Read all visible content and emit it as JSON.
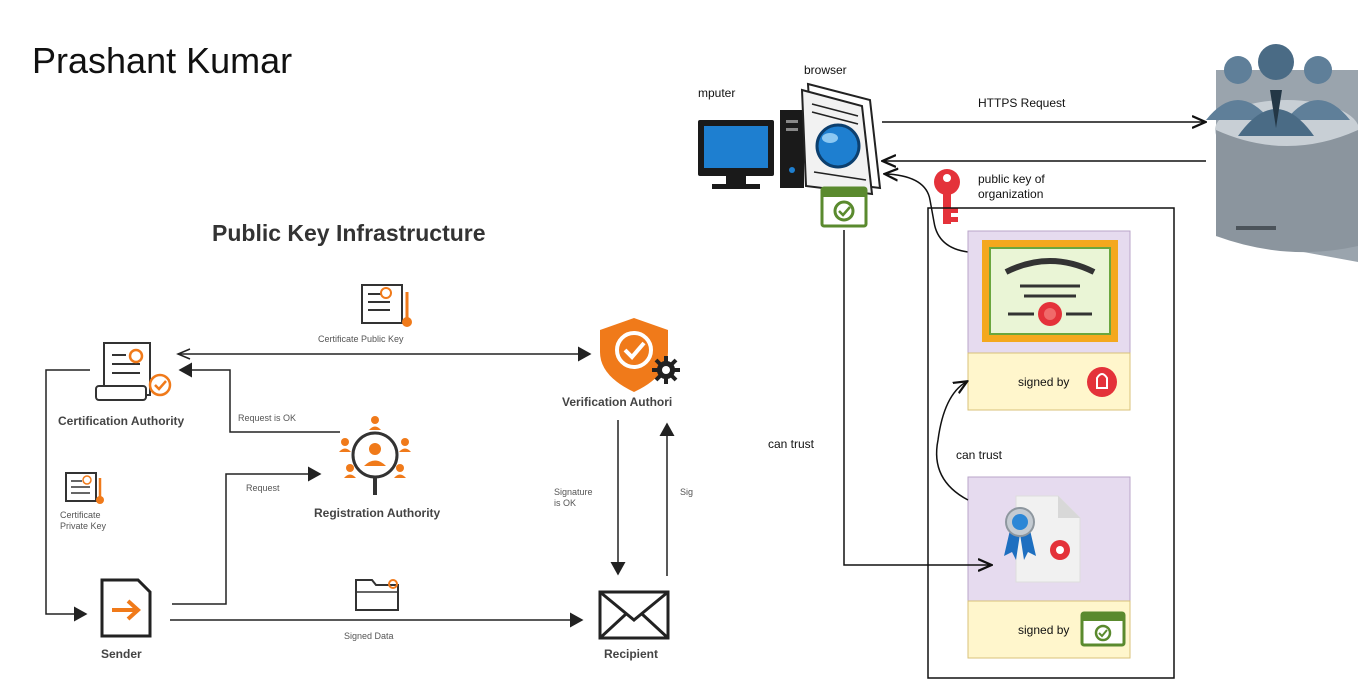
{
  "author": "Prashant Kumar",
  "pki": {
    "title": "Public Key Infrastructure",
    "nodes": {
      "ca": "Certification Authority",
      "ra": "Registration Authority",
      "va": "Verification Authori",
      "sender": "Sender",
      "recipient": "Recipient"
    },
    "edges": {
      "cert_public_key": "Certificate Public Key",
      "request_ok": "Request is OK",
      "request": "Request",
      "cert_private_key": "Certificate\nPrivate Key",
      "signature_ok": "Signature\nis OK",
      "sig": "Sig",
      "signed_data": "Signed Data"
    }
  },
  "https": {
    "computer": "mputer",
    "browser": "browser",
    "https_request": "HTTPS Request",
    "public_key": "public key of\norganization",
    "can_trust_left": "can trust",
    "can_trust_mid": "can trust",
    "signed_by_1": "signed by",
    "signed_by_2": "signed by"
  },
  "colors": {
    "orange": "#f07a1a",
    "red": "#e4323a",
    "green": "#5a8a2e",
    "globe": "#1e7fd0",
    "server": "#9aa4ad",
    "people": "#5f7f99",
    "cert_bg": "#e6dbef",
    "cert_bottom": "#fff6cc",
    "cert_frame": "#f4a81e",
    "cert_inner": "#eaf5d6"
  }
}
